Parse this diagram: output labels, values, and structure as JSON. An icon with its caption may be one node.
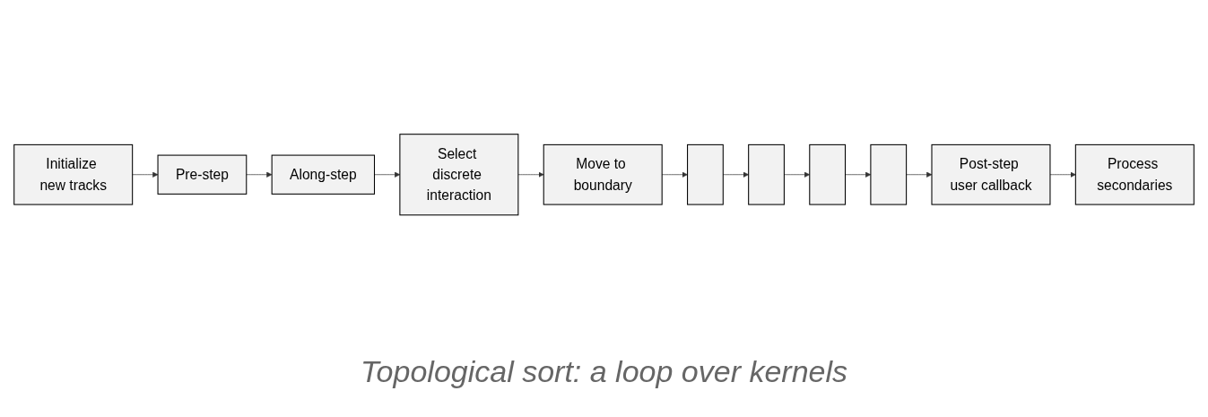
{
  "diagram": {
    "caption": "Topological sort: a loop over kernels",
    "nodes": [
      {
        "text": [
          "Initialize new tracks"
        ]
      },
      {
        "text": [
          "Pre-step"
        ]
      },
      {
        "text": [
          "Along-step"
        ]
      },
      {
        "text": [
          "Select discrete interaction"
        ]
      },
      {
        "text": [
          "Move to boundary"
        ]
      },
      {
        "text": [],
        "shape": "box"
      },
      {
        "text": [],
        "shape": "box"
      },
      {
        "text": [],
        "shape": "box"
      },
      {
        "text": [],
        "shape": "box"
      },
      {
        "text": [
          "Post-step user callback"
        ]
      },
      {
        "text": [
          "Process secondaries"
        ]
      }
    ],
    "edges": [
      {
        "from": 0,
        "to": 1,
        "arrow": "to"
      },
      {
        "from": 1,
        "to": 2,
        "arrow": "to"
      },
      {
        "from": 2,
        "to": 3,
        "arrow": "to"
      },
      {
        "from": 3,
        "to": 4,
        "arrow": "to"
      },
      {
        "from": 4,
        "to": 5,
        "arrow": "to"
      },
      {
        "from": 5,
        "to": 6,
        "arrow": "to"
      },
      {
        "from": 6,
        "to": 7,
        "arrow": "to"
      },
      {
        "from": 7,
        "to": 8,
        "arrow": "to"
      },
      {
        "from": 8,
        "to": 9,
        "arrow": "to"
      },
      {
        "from": 9,
        "to": 10,
        "arrow": "to"
      }
    ]
  }
}
